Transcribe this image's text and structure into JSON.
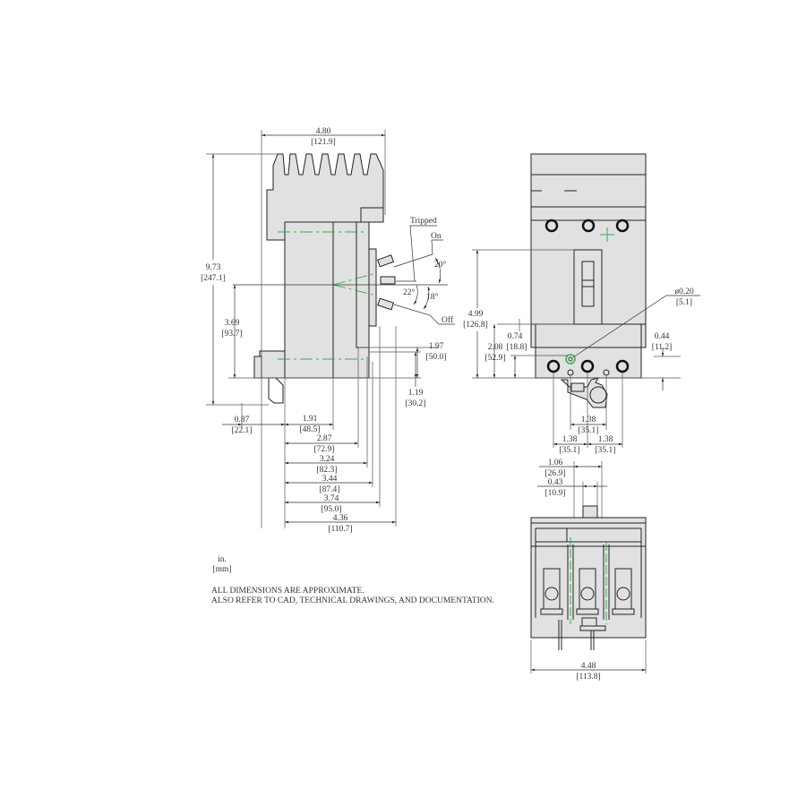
{
  "units": {
    "primary": "in.",
    "secondary": "[mm]"
  },
  "notes": [
    "ALL DIMENSIONS ARE APPROXIMATE.",
    "ALSO REFER TO CAD, TECHNICAL DRAWINGS, AND DOCUMENTATION."
  ],
  "side_view": {
    "width": {
      "in": "4.80",
      "mm": "[121.9]"
    },
    "height": {
      "in": "9.73",
      "mm": "[247.1]"
    },
    "handle_center": {
      "in": "3.69",
      "mm": "[93.7]"
    },
    "d_197": {
      "in": "1.97",
      "mm": "[50.0]"
    },
    "d_119": {
      "in": "1.19",
      "mm": "[30.2]"
    },
    "d_087": {
      "in": "0.87",
      "mm": "[22.1]"
    },
    "d_191": {
      "in": "1.91",
      "mm": "[48.5]"
    },
    "d_287": {
      "in": "2.87",
      "mm": "[72.9]"
    },
    "d_324": {
      "in": "3.24",
      "mm": "[82.3]"
    },
    "d_344": {
      "in": "3.44",
      "mm": "[87.4]"
    },
    "d_374": {
      "in": "3.74",
      "mm": "[95.0]"
    },
    "d_436": {
      "in": "4.36",
      "mm": "[110.7]"
    },
    "handle_positions": {
      "tripped": "Tripped",
      "on": "On",
      "off": "Off"
    },
    "angles": {
      "on": "20°",
      "tripped": "22°",
      "off": "18°"
    }
  },
  "front_view": {
    "d_499": {
      "in": "4.99",
      "mm": "[126.8]"
    },
    "d_208": {
      "in": "2.08",
      "mm": "[52.9]"
    },
    "d_074": {
      "in": "0.74",
      "mm": "[18.8]"
    },
    "hole": {
      "in": "ø0.20",
      "mm": "[5.1]"
    },
    "d_044": {
      "in": "0.44",
      "mm": "[11.2]"
    },
    "pitch_top": {
      "in": "1.38",
      "mm": "[35.1]"
    },
    "pitch_left": {
      "in": "1.38",
      "mm": "[35.1]"
    },
    "pitch_right": {
      "in": "1.38",
      "mm": "[35.1]"
    }
  },
  "bottom_view": {
    "d_106": {
      "in": "1.06",
      "mm": "[26.9]"
    },
    "d_043": {
      "in": "0.43",
      "mm": "[10.9]"
    },
    "width": {
      "in": "4.48",
      "mm": "[113.8]"
    }
  },
  "colors": {
    "body": "#e1e1e1",
    "centerline": "#2db04a",
    "line": "#222222"
  }
}
